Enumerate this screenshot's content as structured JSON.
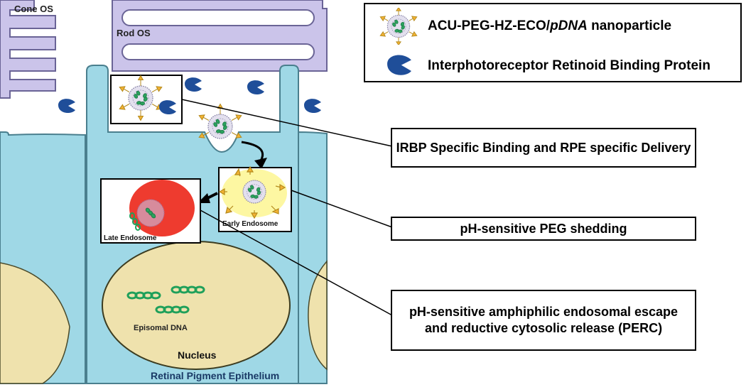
{
  "colors": {
    "outer_segment": "#cbc4ea",
    "outer_segment_stroke": "#6a6496",
    "rpe_cell": "#9fd8e6",
    "rpe_stroke": "#4a7f8e",
    "nucleus": "#efe2ad",
    "irbp": "#1f4e99",
    "late_endosome": "#ee3b2f",
    "early_endosome": "#fdf7a2",
    "dna": "#1fa05a",
    "peg_arrow": "#f2b233"
  },
  "labels": {
    "cone_os": "Cone OS",
    "rod_os": "Rod OS",
    "late_endosome": "Late Endosome",
    "early_endosome": "Early Endosome",
    "episomal_dna": "Episomal DNA",
    "nucleus": "Nucleus",
    "rpe": "Retinal Pigment Epithelium"
  },
  "legend": {
    "nanoparticle_prefix": "ACU-PEG-HZ-ECO/",
    "nanoparticle_italic": "pDNA",
    "nanoparticle_suffix": " nanoparticle",
    "irbp": "Interphotoreceptor Retinoid Binding Protein",
    "nanoparticle_icon": "nanoparticle-icon",
    "irbp_icon": "irbp-protein-icon"
  },
  "callouts": {
    "binding": "IRBP Specific Binding and RPE specific Delivery",
    "peg": "pH-sensitive PEG shedding",
    "perc": "pH-sensitive amphiphilic endosomal escape and reductive cytosolic release (PERC)"
  }
}
